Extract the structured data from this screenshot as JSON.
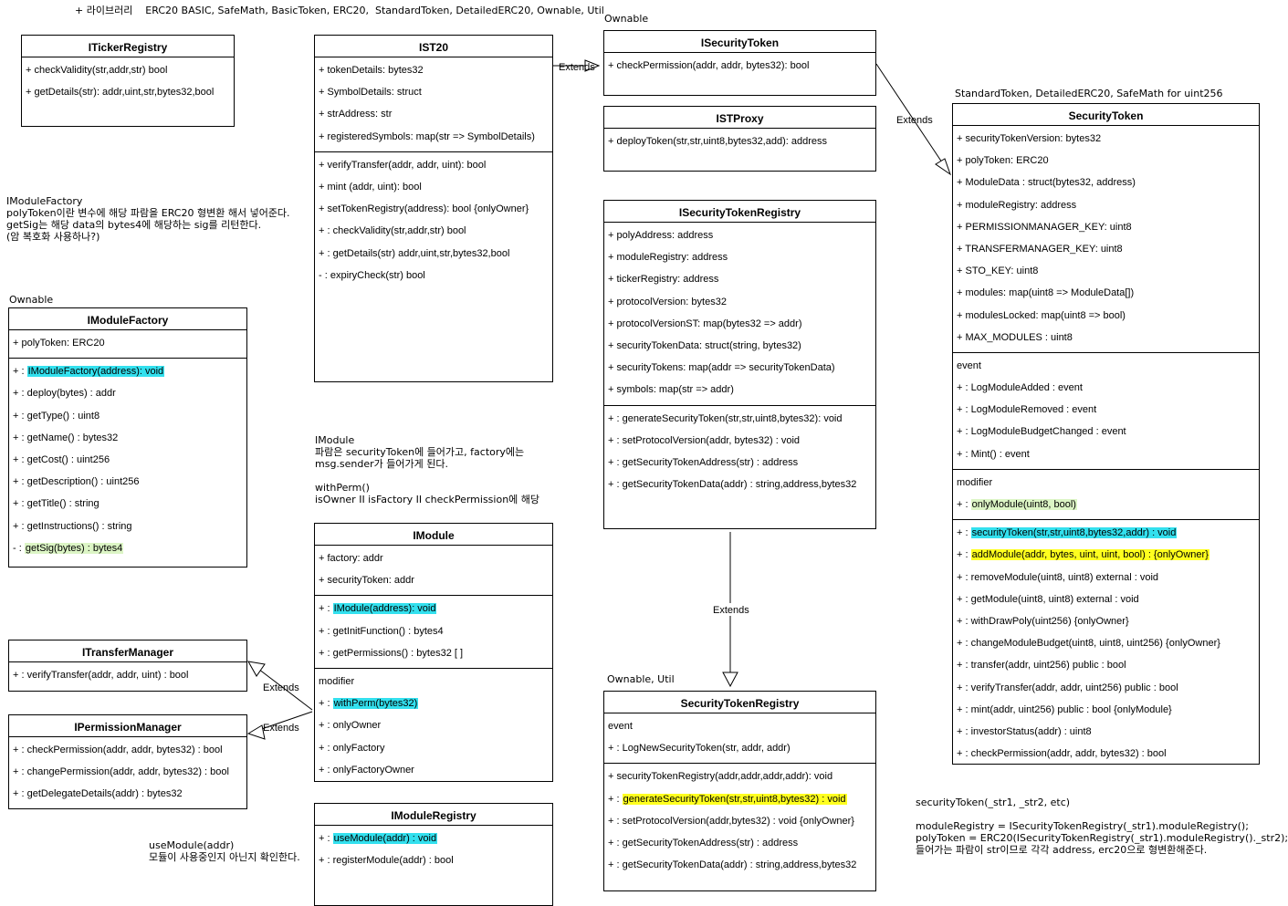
{
  "notes": {
    "libraries": "+ 라이브러리    ERC20 BASIC, SafeMath, BasicToken, ERC20,  StandardToken, DetailedERC20, Ownable, Util",
    "ownable_isecuritytoken": "Ownable",
    "securitytoken_libs": "StandardToken, DetailedERC20, SafeMath for uint256",
    "imodulefactory_note": "IModuleFactory\npolyToken이란 변수에 해당 파람을 ERC20 형변환 해서 넣어준다.\ngetSig는 해당 data의 bytes4에 해당하는 sig를 리턴한다.\n(암 복호화 사용하나?)",
    "ownable_imodulefactory": "Ownable",
    "imodule_note": "IModule\n파람은 securityToken에 들어가고, factory에는\nmsg.sender가 들어가게 된다.\n\nwithPerm()\nisOwner II isFactory II checkPermission에 해당",
    "ownable_util": "Ownable, Util",
    "usemodule_note": "useModule(addr)\n모듈이 사용중인지 아닌지 확인한다.",
    "securitytoken_note": "securityToken(_str1, _str2, etc)\n\nmoduleRegistry = ISecurityTokenRegistry(_str1).moduleRegistry();\npolyToken = ERC20(ISecurityTokenRegistry(_str1).moduleRegistry()._str2);\n들어가는 파람이 str이므로 각각 address, erc20으로 형변환해준다."
  },
  "connectors": {
    "ist20_to_isecuritytoken": "Extends",
    "isecuritytoken_to_securitytoken": "Extends",
    "registry_to_securitytokenregistry": "Extends",
    "imodule_to_transfermanager": "Extends",
    "imodule_to_permissionmanager": "Extends"
  },
  "colors": {
    "cyan": "#33e0ee",
    "yellow": "#ffff1f",
    "green": "#dcf5c5"
  },
  "classes": {
    "ITickerRegistry": {
      "title": "ITickerRegistry",
      "sections": [
        [
          {
            "t": "+ checkValidity(str,addr,str) bool"
          },
          {
            "t": "+ getDetails(str): addr,uint,str,bytes32,bool"
          }
        ]
      ]
    },
    "IST20": {
      "title": "IST20",
      "sections": [
        [
          {
            "t": "+ tokenDetails: bytes32"
          },
          {
            "t": "+ SymbolDetails: struct"
          },
          {
            "t": "+ strAddress: str"
          },
          {
            "t": "+ registeredSymbols: map(str => SymbolDetails)"
          }
        ],
        [
          {
            "t": "+ verifyTransfer(addr, addr, uint): bool"
          },
          {
            "t": "+ mint (addr, uint): bool"
          },
          {
            "t": "+ setTokenRegistry(address): bool {onlyOwner}"
          },
          {
            "t": "+ : checkValidity(str,addr,str) bool"
          },
          {
            "t": "+ : getDetails(str) addr,uint,str,bytes32,bool"
          },
          {
            "t": "- : expiryCheck(str) bool"
          }
        ]
      ]
    },
    "ISecurityToken": {
      "title": "ISecurityToken",
      "sections": [
        [
          {
            "t": "+ checkPermission(addr, addr, bytes32): bool"
          }
        ]
      ]
    },
    "ISTProxy": {
      "title": "ISTProxy",
      "sections": [
        [
          {
            "t": "+ deployToken(str,str,uint8,bytes32,add): address"
          }
        ]
      ]
    },
    "ISecurityTokenRegistry": {
      "title": "ISecurityTokenRegistry",
      "sections": [
        [
          {
            "t": "+ polyAddress: address"
          },
          {
            "t": "+ moduleRegistry: address"
          },
          {
            "t": "+ tickerRegistry: address"
          },
          {
            "t": "+ protocolVersion: bytes32"
          },
          {
            "t": "+ protocolVersionST: map(bytes32 => addr)"
          },
          {
            "t": "+ securityTokenData: struct(string, bytes32)"
          },
          {
            "t": "+ securityTokens: map(addr => securityTokenData)"
          },
          {
            "t": "+ symbols: map(str => addr)"
          }
        ],
        [
          {
            "t": "+ : generateSecurityToken(str,str,uint8,bytes32): void"
          },
          {
            "t": "+ : setProtocolVersion(addr, bytes32) : void"
          },
          {
            "t": "+ : getSecurityTokenAddress(str) : address"
          },
          {
            "t": "+ : getSecurityTokenData(addr) : string,address,bytes32"
          }
        ]
      ]
    },
    "SecurityToken": {
      "title": "SecurityToken",
      "sections": [
        [
          {
            "t": "+ securityTokenVersion: bytes32"
          },
          {
            "t": "+ polyToken: ERC20"
          },
          {
            "t": "+ ModuleData : struct(bytes32, address)"
          },
          {
            "t": "+ moduleRegistry: address"
          },
          {
            "t": "+ PERMISSIONMANAGER_KEY:  uint8"
          },
          {
            "t": "+ TRANSFERMANAGER_KEY:  uint8"
          },
          {
            "t": "+ STO_KEY:  uint8"
          },
          {
            "t": "+ modules: map(uint8 => ModuleData[])"
          },
          {
            "t": "+ modulesLocked: map(uint8 => bool)"
          },
          {
            "t": "+ MAX_MODULES : uint8"
          }
        ],
        [
          {
            "t": "event"
          },
          {
            "t": "+ : LogModuleAdded : event"
          },
          {
            "t": "+ : LogModuleRemoved : event"
          },
          {
            "t": "+ : LogModuleBudgetChanged : event"
          },
          {
            "t": "+ : Mint() : event"
          }
        ],
        [
          {
            "t": "modifier"
          },
          {
            "p": "+ : ",
            "h": "onlyModule(uint8, bool)",
            "c": "green"
          }
        ],
        [
          {
            "p": "+ : ",
            "h": "securityToken(str,str,uint8,bytes32,addr) : void",
            "c": "cyan"
          },
          {
            "p": "+ : ",
            "h": "addModule(addr, bytes, uint, uint, bool) : {onlyOwner}",
            "c": "yellow"
          },
          {
            "t": "+ : removeModule(uint8, uint8) external : void"
          },
          {
            "t": "+ : getModule(uint8, uint8) external : void"
          },
          {
            "t": "+ : withDrawPoly(uint256) {onlyOwner}"
          },
          {
            "t": "+ : changeModuleBudget(uint8, uint8, uint256) {onlyOwner}"
          },
          {
            "t": "+ : transfer(addr, uint256) public : bool"
          },
          {
            "t": "+ : verifyTransfer(addr, addr, uint256) public : bool"
          },
          {
            "t": "+ : mint(addr, uint256) public : bool {onlyModule}"
          },
          {
            "t": "+ : investorStatus(addr) : uint8"
          },
          {
            "t": "+ : checkPermission(addr, addr, bytes32) : bool"
          }
        ]
      ]
    },
    "IModuleFactory": {
      "title": "IModuleFactory",
      "sections": [
        [
          {
            "t": "+ polyToken: ERC20"
          }
        ],
        [
          {
            "p": "+ : ",
            "h": "IModuleFactory(address): void",
            "c": "cyan"
          },
          {
            "t": "+ : deploy(bytes) : addr"
          },
          {
            "t": "+ : getType() : uint8"
          },
          {
            "t": "+ : getName() : bytes32"
          },
          {
            "t": "+ : getCost() : uint256"
          },
          {
            "t": "+ : getDescription() : uint256"
          },
          {
            "t": "+ : getTitle() : string"
          },
          {
            "t": "+ : getInstructions() : string"
          },
          {
            "p": "- : ",
            "h": "getSig(bytes) : bytes4",
            "c": "green"
          }
        ]
      ]
    },
    "IModule": {
      "title": "IModule",
      "sections": [
        [
          {
            "t": "+ factory: addr"
          },
          {
            "t": "+ securityToken: addr"
          }
        ],
        [
          {
            "p": "+ : ",
            "h": "IModule(address): void",
            "c": "cyan"
          },
          {
            "t": "+ : getInitFunction() : bytes4"
          },
          {
            "t": "+ : getPermissions() : bytes32 [ ]"
          }
        ],
        [
          {
            "t": "modifier"
          },
          {
            "p": "+ : ",
            "h": "withPerm(bytes32)",
            "c": "cyan"
          },
          {
            "t": "+ : onlyOwner"
          },
          {
            "t": "+ : onlyFactory"
          },
          {
            "t": "+ : onlyFactoryOwner"
          }
        ]
      ]
    },
    "ITransferManager": {
      "title": "ITransferManager",
      "sections": [
        [
          {
            "t": "+ : verifyTransfer(addr, addr, uint) : bool"
          }
        ]
      ]
    },
    "IPermissionManager": {
      "title": "IPermissionManager",
      "sections": [
        [
          {
            "t": "+ : checkPermission(addr, addr, bytes32) : bool"
          },
          {
            "t": "+ : changePermission(addr, addr, bytes32) : bool"
          },
          {
            "t": "+ : getDelegateDetails(addr) : bytes32"
          }
        ]
      ]
    },
    "IModuleRegistry": {
      "title": "IModuleRegistry",
      "sections": [
        [
          {
            "p": "+ : ",
            "h": "useModule(addr) : void",
            "c": "cyan"
          },
          {
            "t": "+ : registerModule(addr) : bool"
          }
        ]
      ]
    },
    "SecurityTokenRegistry": {
      "title": "SecurityTokenRegistry",
      "sections": [
        [
          {
            "t": "event"
          },
          {
            "t": "+ : LogNewSecurityToken(str, addr, addr)"
          }
        ],
        [
          {
            "t": "+ securityTokenRegistry(addr,addr,addr,addr): void"
          },
          {
            "p": "+ : ",
            "h": "generateSecurityToken(str,str,uint8,bytes32) : void",
            "c": "yellow"
          },
          {
            "t": "+ : setProtocolVersion(addr,bytes32) : void {onlyOwner}"
          },
          {
            "t": "+ : getSecurityTokenAddress(str) : address"
          },
          {
            "t": "+ : getSecurityTokenData(addr) : string,address,bytes32"
          }
        ]
      ]
    }
  }
}
